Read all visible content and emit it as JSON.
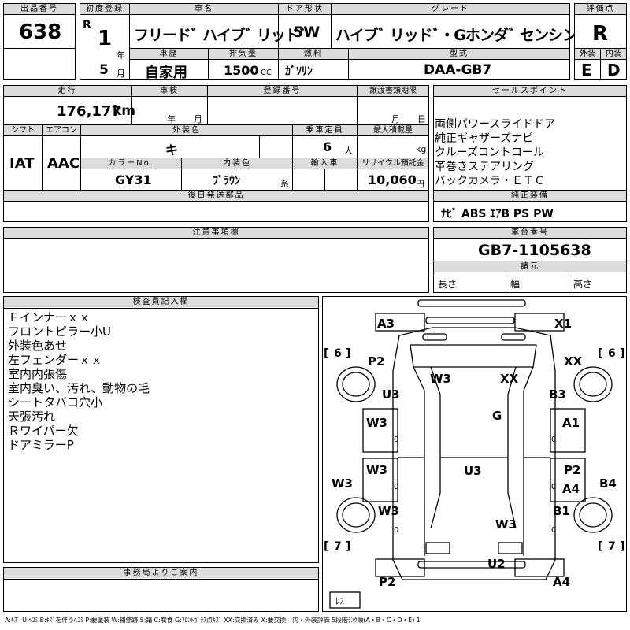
{
  "header": {
    "lot_label": "出品番号",
    "lot_no": "638",
    "first_reg_label": "初度登録",
    "era": "R",
    "reg_year": "1",
    "year_unit": "年",
    "reg_month": "5",
    "month_unit": "月",
    "car_name_label": "車名",
    "car_name": "フリードﾞ ハイブﾞ リッドﾞ",
    "door_label": "ドア形状",
    "door": "5W",
    "grade_label": "グレード",
    "grade": "ハイブﾞ リッドﾞ・Gホンダﾞ センシングﾞ",
    "score_label": "評価点",
    "score": "R",
    "history_label": "車歴",
    "history": "自家用",
    "displacement_label": "排気量",
    "displacement": "1500",
    "cc_unit": "CC",
    "fuel_label": "燃料",
    "fuel": "ｶﾞｿﾘﾝ",
    "model_label": "型式",
    "model": "DAA-GB7",
    "exterior_label": "外装",
    "exterior": "E",
    "interior_label": "内装",
    "interior": "D"
  },
  "row2": {
    "mileage_label": "走行",
    "mileage": "176,177",
    "km_unit": "km",
    "inspection_label": "車検",
    "year_unit": "年",
    "month_unit": "月",
    "reg_no_label": "登録番号",
    "transfer_label": "譲渡書類期限",
    "month_unit2": "月",
    "day_unit": "日",
    "shift_label": "シフト",
    "shift": "IAT",
    "ac_label": "エアコン",
    "ac": "AAC",
    "color_label": "外装色",
    "color": "キ",
    "capacity_label": "乗車定員",
    "capacity": "6",
    "person_unit": "人",
    "load_label": "最大積載量",
    "kg_unit": "kg",
    "color_no_label": "カラーNo.",
    "color_no": "GY31",
    "interior_color_label": "内装色",
    "interior_color": "ﾌﾞﾗｳﾝ",
    "kei_unit": "系",
    "import_label": "輸入車",
    "recycle_label": "リサイクル預託金",
    "recycle": "10,060",
    "yen_unit": "円",
    "later_label": "後日発送部品"
  },
  "sales": {
    "label": "セールスポイント",
    "items": [
      "両側パワースライドドア",
      "純正ギャザーズナビ",
      "クルーズコントロール",
      "革巻きステアリング",
      "バックカメラ・ＥＴＣ"
    ],
    "equip_label": "純正装備",
    "equipment": "ﾅﾋﾞ ABS ｴｱB PS PW"
  },
  "caution": {
    "label": "注意事項欄"
  },
  "chassis": {
    "label": "車台番号",
    "number": "GB7-1105638",
    "specs_label": "諸元",
    "length_label": "長さ",
    "width_label": "幅",
    "height_label": "高さ"
  },
  "inspector": {
    "label": "検査員記入欄",
    "notes": [
      "Ｆインナーｘｘ",
      "フロントピラー小U",
      "外装色あせ",
      "左フェンダーｘｘ",
      "室内内張傷",
      "室内臭い、汚れ、動物の毛",
      "シートタバコ穴小",
      "天張汚れ",
      "Ｒワイパー欠",
      "ドアミラーP"
    ]
  },
  "office": {
    "label": "事務局よりご案内"
  },
  "diagram": {
    "marks": {
      "front_left": "A3",
      "front_right": "X1",
      "tire_fl": "6",
      "tire_fr": "6",
      "tire_rl": "7",
      "tire_rr": "7",
      "fender_left": "P2",
      "fender_right": "XX",
      "pillar_left": "U3",
      "pillar_right": "B3",
      "hood_left": "W3",
      "hood_right": "XX",
      "roof": "G",
      "door_fl": "W3",
      "door_fr": "A1",
      "door_rl": "W3",
      "door_rr": "P2",
      "door_rr2": "A4",
      "floor": "U3",
      "sill_left": "W3",
      "sill_right": "B4",
      "quarter_left": "W3",
      "quarter_right": "B1",
      "trunk": "W3",
      "bumper_rear": "U2",
      "rear_left": "P2",
      "rear_right": "A4",
      "spare": "ﾚｽ",
      "zero1": "0",
      "zero2": "0",
      "zero3": "0",
      "zero4": "0",
      "zero5": "0",
      "zero6": "0"
    }
  },
  "legend": "A:ｷｽﾞ U:ﾍｺﾐ B:ｷｽﾞを伴うﾍｺﾐ P:要塗装 W:補修跡 S:錆 C:腐食 G:ﾌﾛﾝﾄｶﾞﾗｽ点ｷｽﾞ XX:交換済み X:要交換　内・外装評価 5段階ﾗﾝｸ順(A・B・C・D・E) 1"
}
